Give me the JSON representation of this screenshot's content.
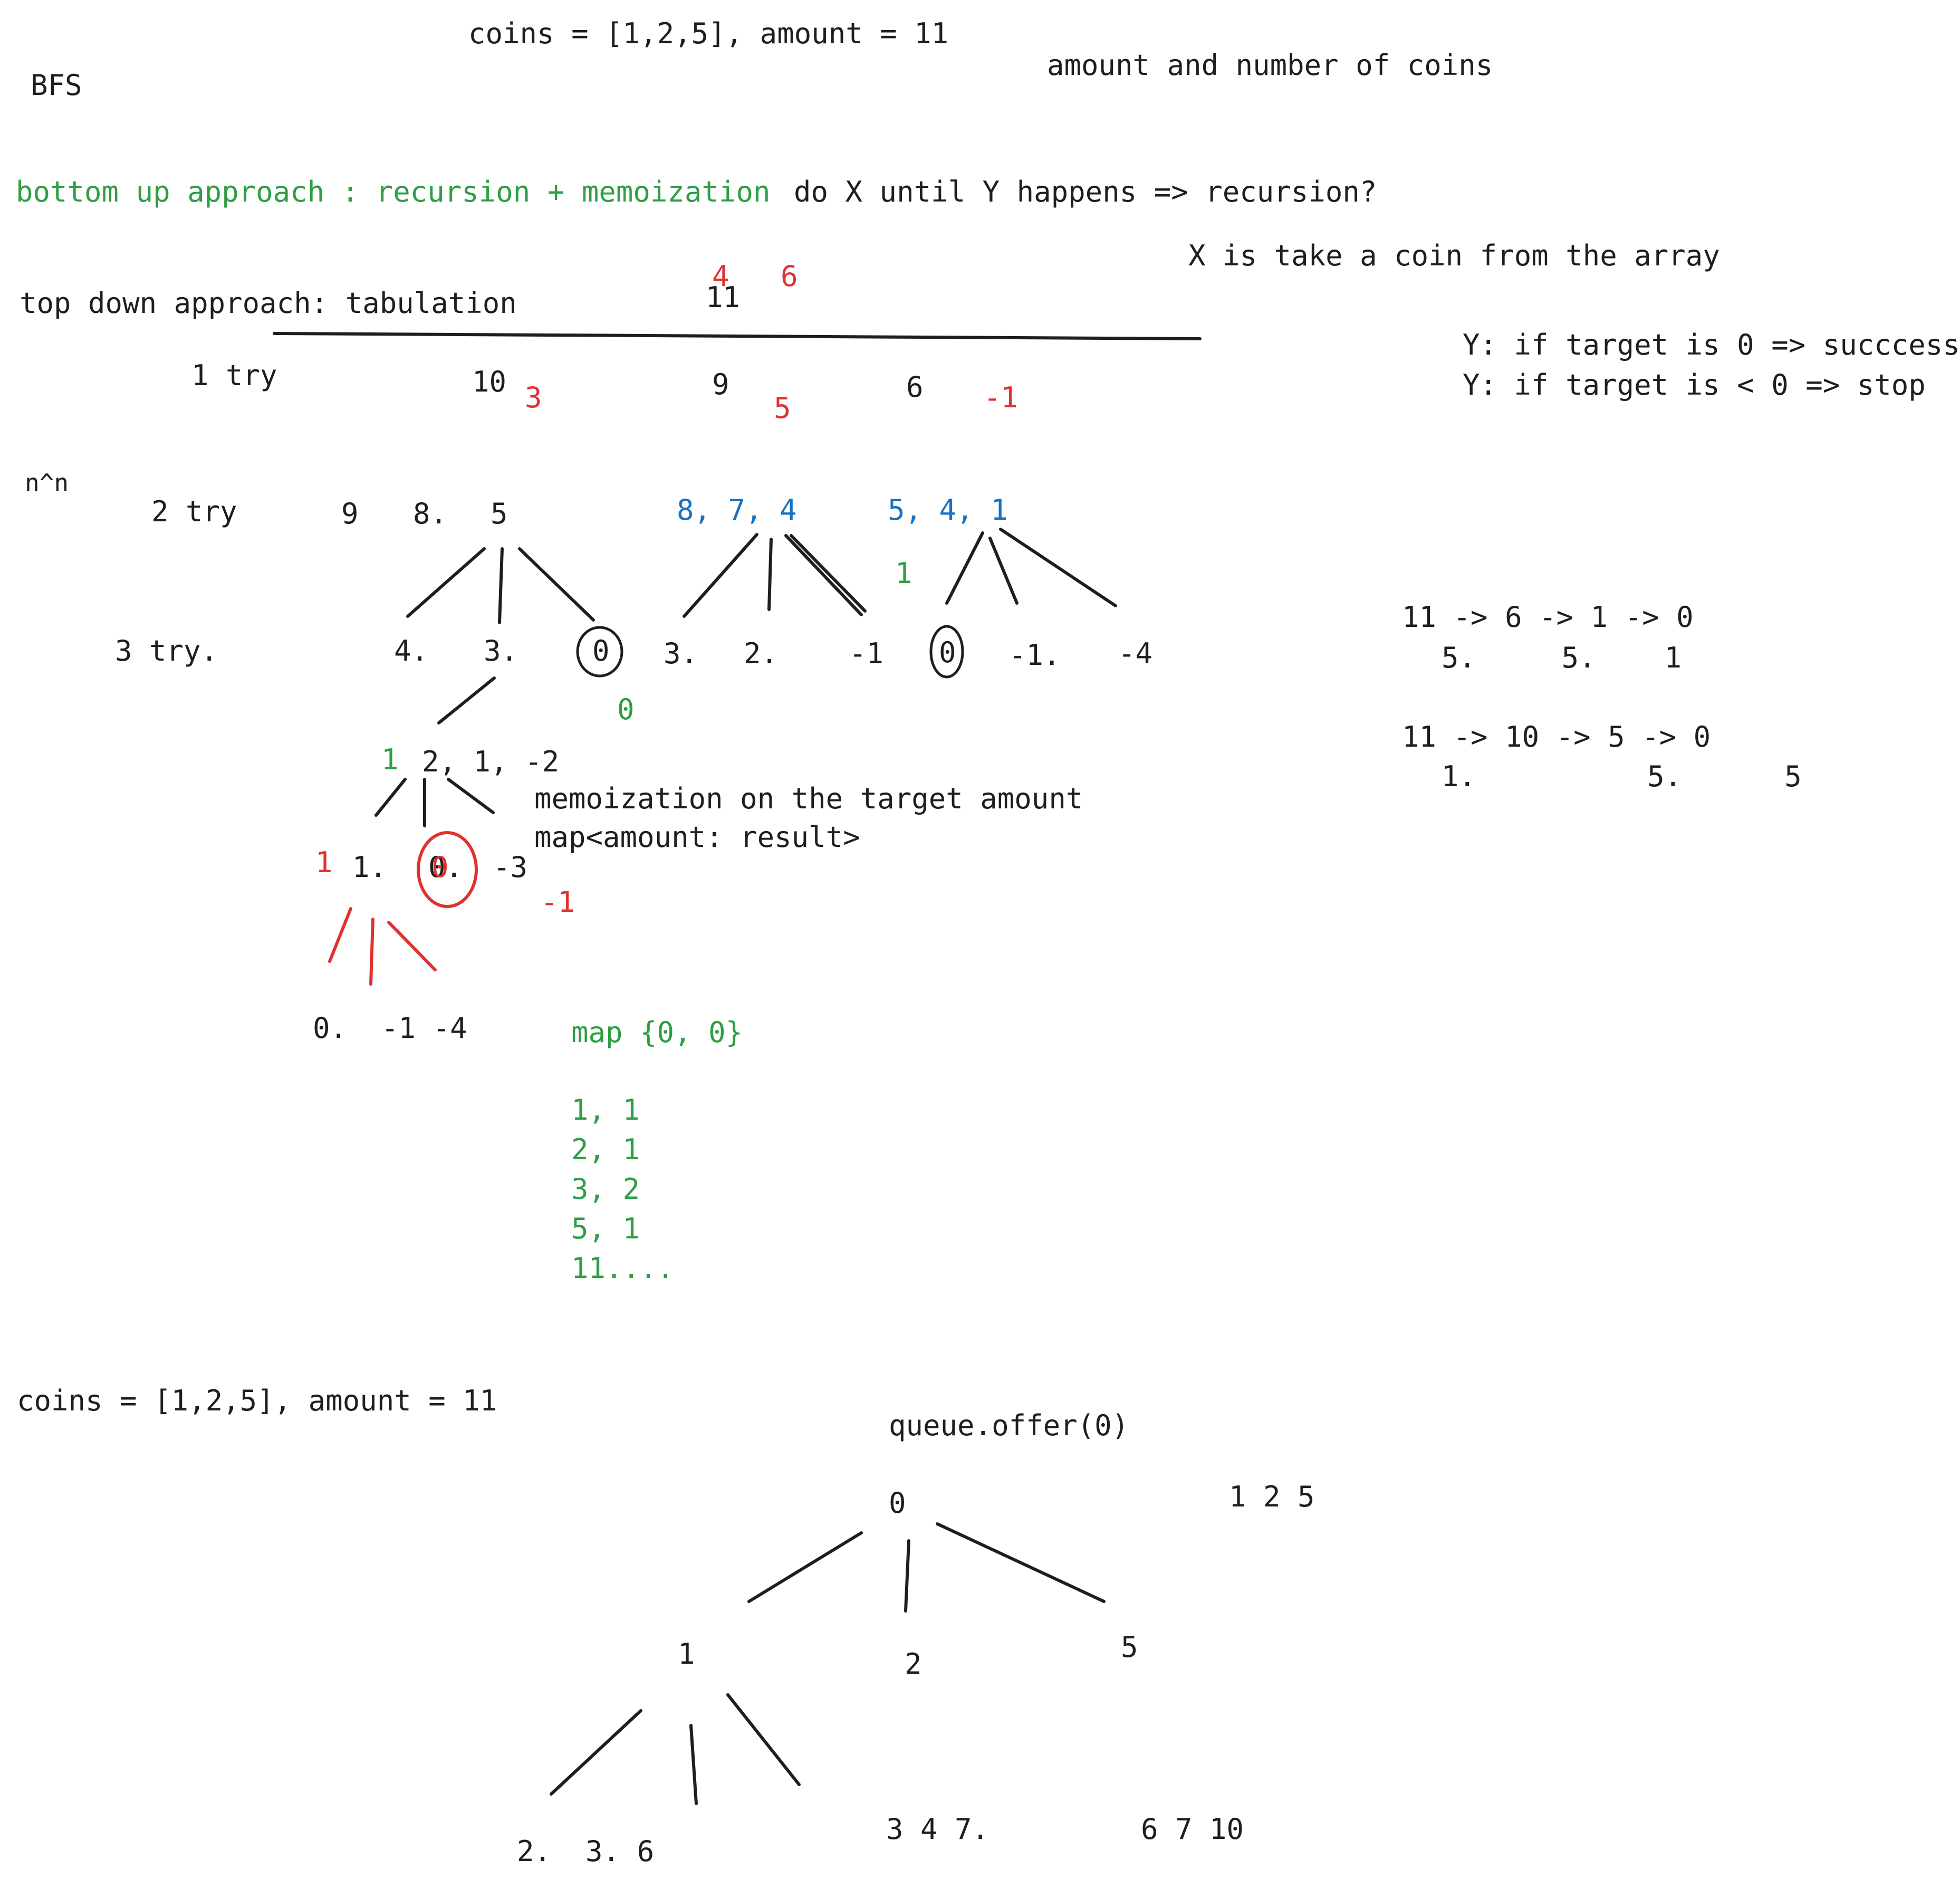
{
  "header": {
    "problem": "coins = [1,2,5], amount = 11",
    "bfs": "BFS",
    "state_note": "amount and number of coins"
  },
  "approaches": {
    "bottom_up": "bottom up approach : recursion + memoization",
    "top_down": "top down approach: tabulation",
    "recursion_hint": "do X until Y happens => recursion?",
    "x_def": "X is take a coin from the array",
    "y_success": "Y: if target is 0 => succcess",
    "y_stop": "Y: if target is < 0 => stop"
  },
  "tree": {
    "root": "11",
    "root_red_a": "4",
    "root_red_b": "6",
    "row_labels": {
      "try1": "1 try",
      "try2": "2 try",
      "try3": "3 try.",
      "complexity": "n^n"
    },
    "try1": [
      {
        "value": "10",
        "note": "3"
      },
      {
        "value": "9",
        "note": "5"
      },
      {
        "value": "6",
        "note": "-1"
      }
    ],
    "try2": {
      "group_a": [
        "9",
        "8.",
        "5"
      ],
      "group_b": "8, 7, 4",
      "group_c": "5, 4, 1",
      "note_green": "1"
    },
    "try3": [
      "4.",
      "3.",
      "0",
      "3.",
      "2.",
      "-1",
      "0",
      "-1.",
      "-4"
    ],
    "try3_note_green": "0",
    "level4": {
      "note_green": "1",
      "values": "2, 1, -2"
    },
    "level5": {
      "note_red": "1",
      "values": [
        "1.",
        "0.",
        "-3"
      ],
      "circled_red": "0",
      "note_red_b": "-1"
    },
    "level6": "0.  -1 -4"
  },
  "memo": {
    "title": "memoization on the target amount",
    "map_type": "map<amount: result>",
    "map_init": "map {0, 0}",
    "entries": [
      "1, 1",
      "2, 1",
      "3, 2",
      "5, 1",
      "11...."
    ]
  },
  "paths": {
    "path1": "11 -> 6 -> 1 -> 0",
    "path1_coins": "5.     5.    1",
    "path2": "11 -> 10 -> 5 -> 0",
    "path2_coins": "1.          5.      5"
  },
  "bfs": {
    "problem": "coins = [1,2,5], amount = 11",
    "queue_op": "queue.offer(0)",
    "root": "0",
    "coins": "1 2 5",
    "children": [
      "1",
      "2",
      "5"
    ],
    "grandchildren": [
      "2.  3. 6",
      "3 4 7.",
      "6 7 10"
    ]
  },
  "colors": {
    "ink": "#1e1e1e",
    "green": "#2f9e44",
    "red": "#e03131",
    "blue": "#1971c2"
  }
}
